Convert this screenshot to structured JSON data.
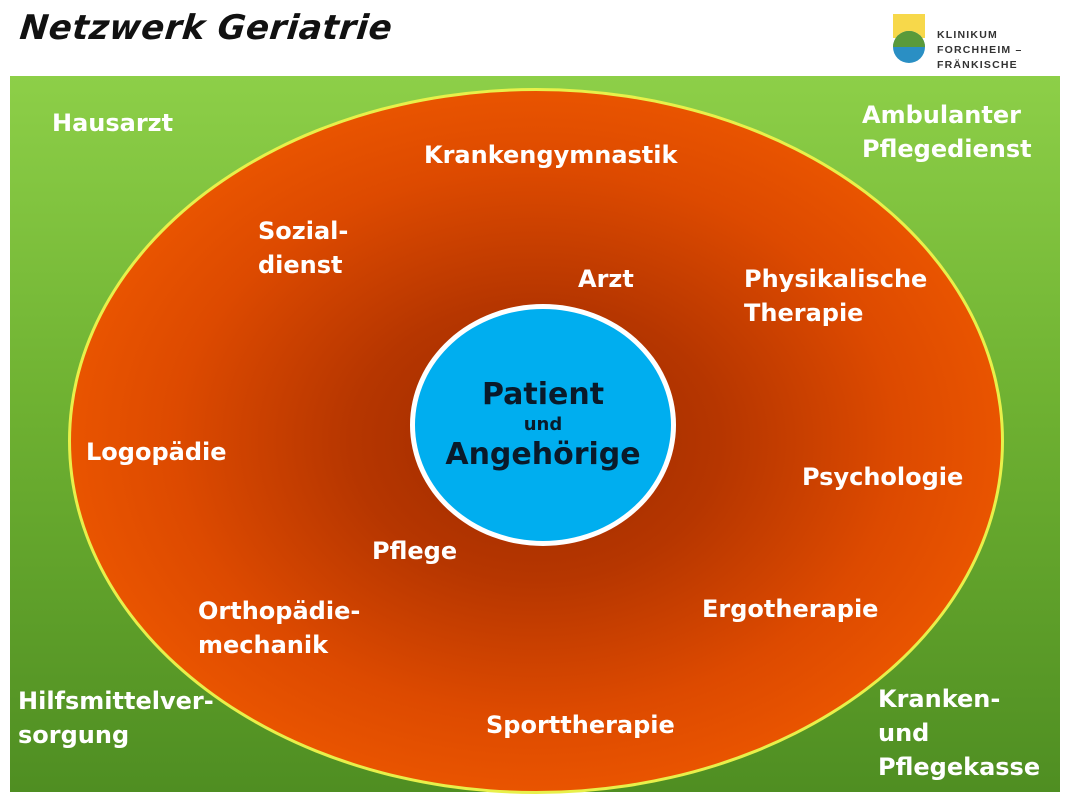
{
  "header": {
    "title": "Netzwerk Geriatrie",
    "logo_line1": "KLINIKUM FORCHHEIM –",
    "logo_line2": "FRÄNKISCHE SCHWEIZ"
  },
  "center": {
    "line1": "Patient",
    "line2": "und",
    "line3": "Angehörige"
  },
  "inner": {
    "krankengymnastik": "Krankengymnastik",
    "sozialdienst_1": "Sozial-",
    "sozialdienst_2": "dienst",
    "arzt": "Arzt",
    "physikalische_1": "Physikalische",
    "physikalische_2": "Therapie",
    "logopaedie": "Logopädie",
    "psychologie": "Psychologie",
    "pflege": "Pflege",
    "orthopaedie_1": "Orthopädie-",
    "orthopaedie_2": "mechanik",
    "ergotherapie": "Ergotherapie",
    "sporttherapie": "Sporttherapie"
  },
  "outer": {
    "hausarzt": "Hausarzt",
    "ambulant_1": "Ambulanter",
    "ambulant_2": "Pflegedienst",
    "hilfsmittel_1": "Hilfsmittelver-",
    "hilfsmittel_2": "sorgung",
    "kasse_1": "Kranken-",
    "kasse_2": "und",
    "kasse_3": "Pflegekasse"
  },
  "colors": {
    "outer_green": "#6fb232",
    "ellipse_orange": "#f05a00",
    "ellipse_border": "#e8f04a",
    "center_blue": "#00aeef"
  }
}
